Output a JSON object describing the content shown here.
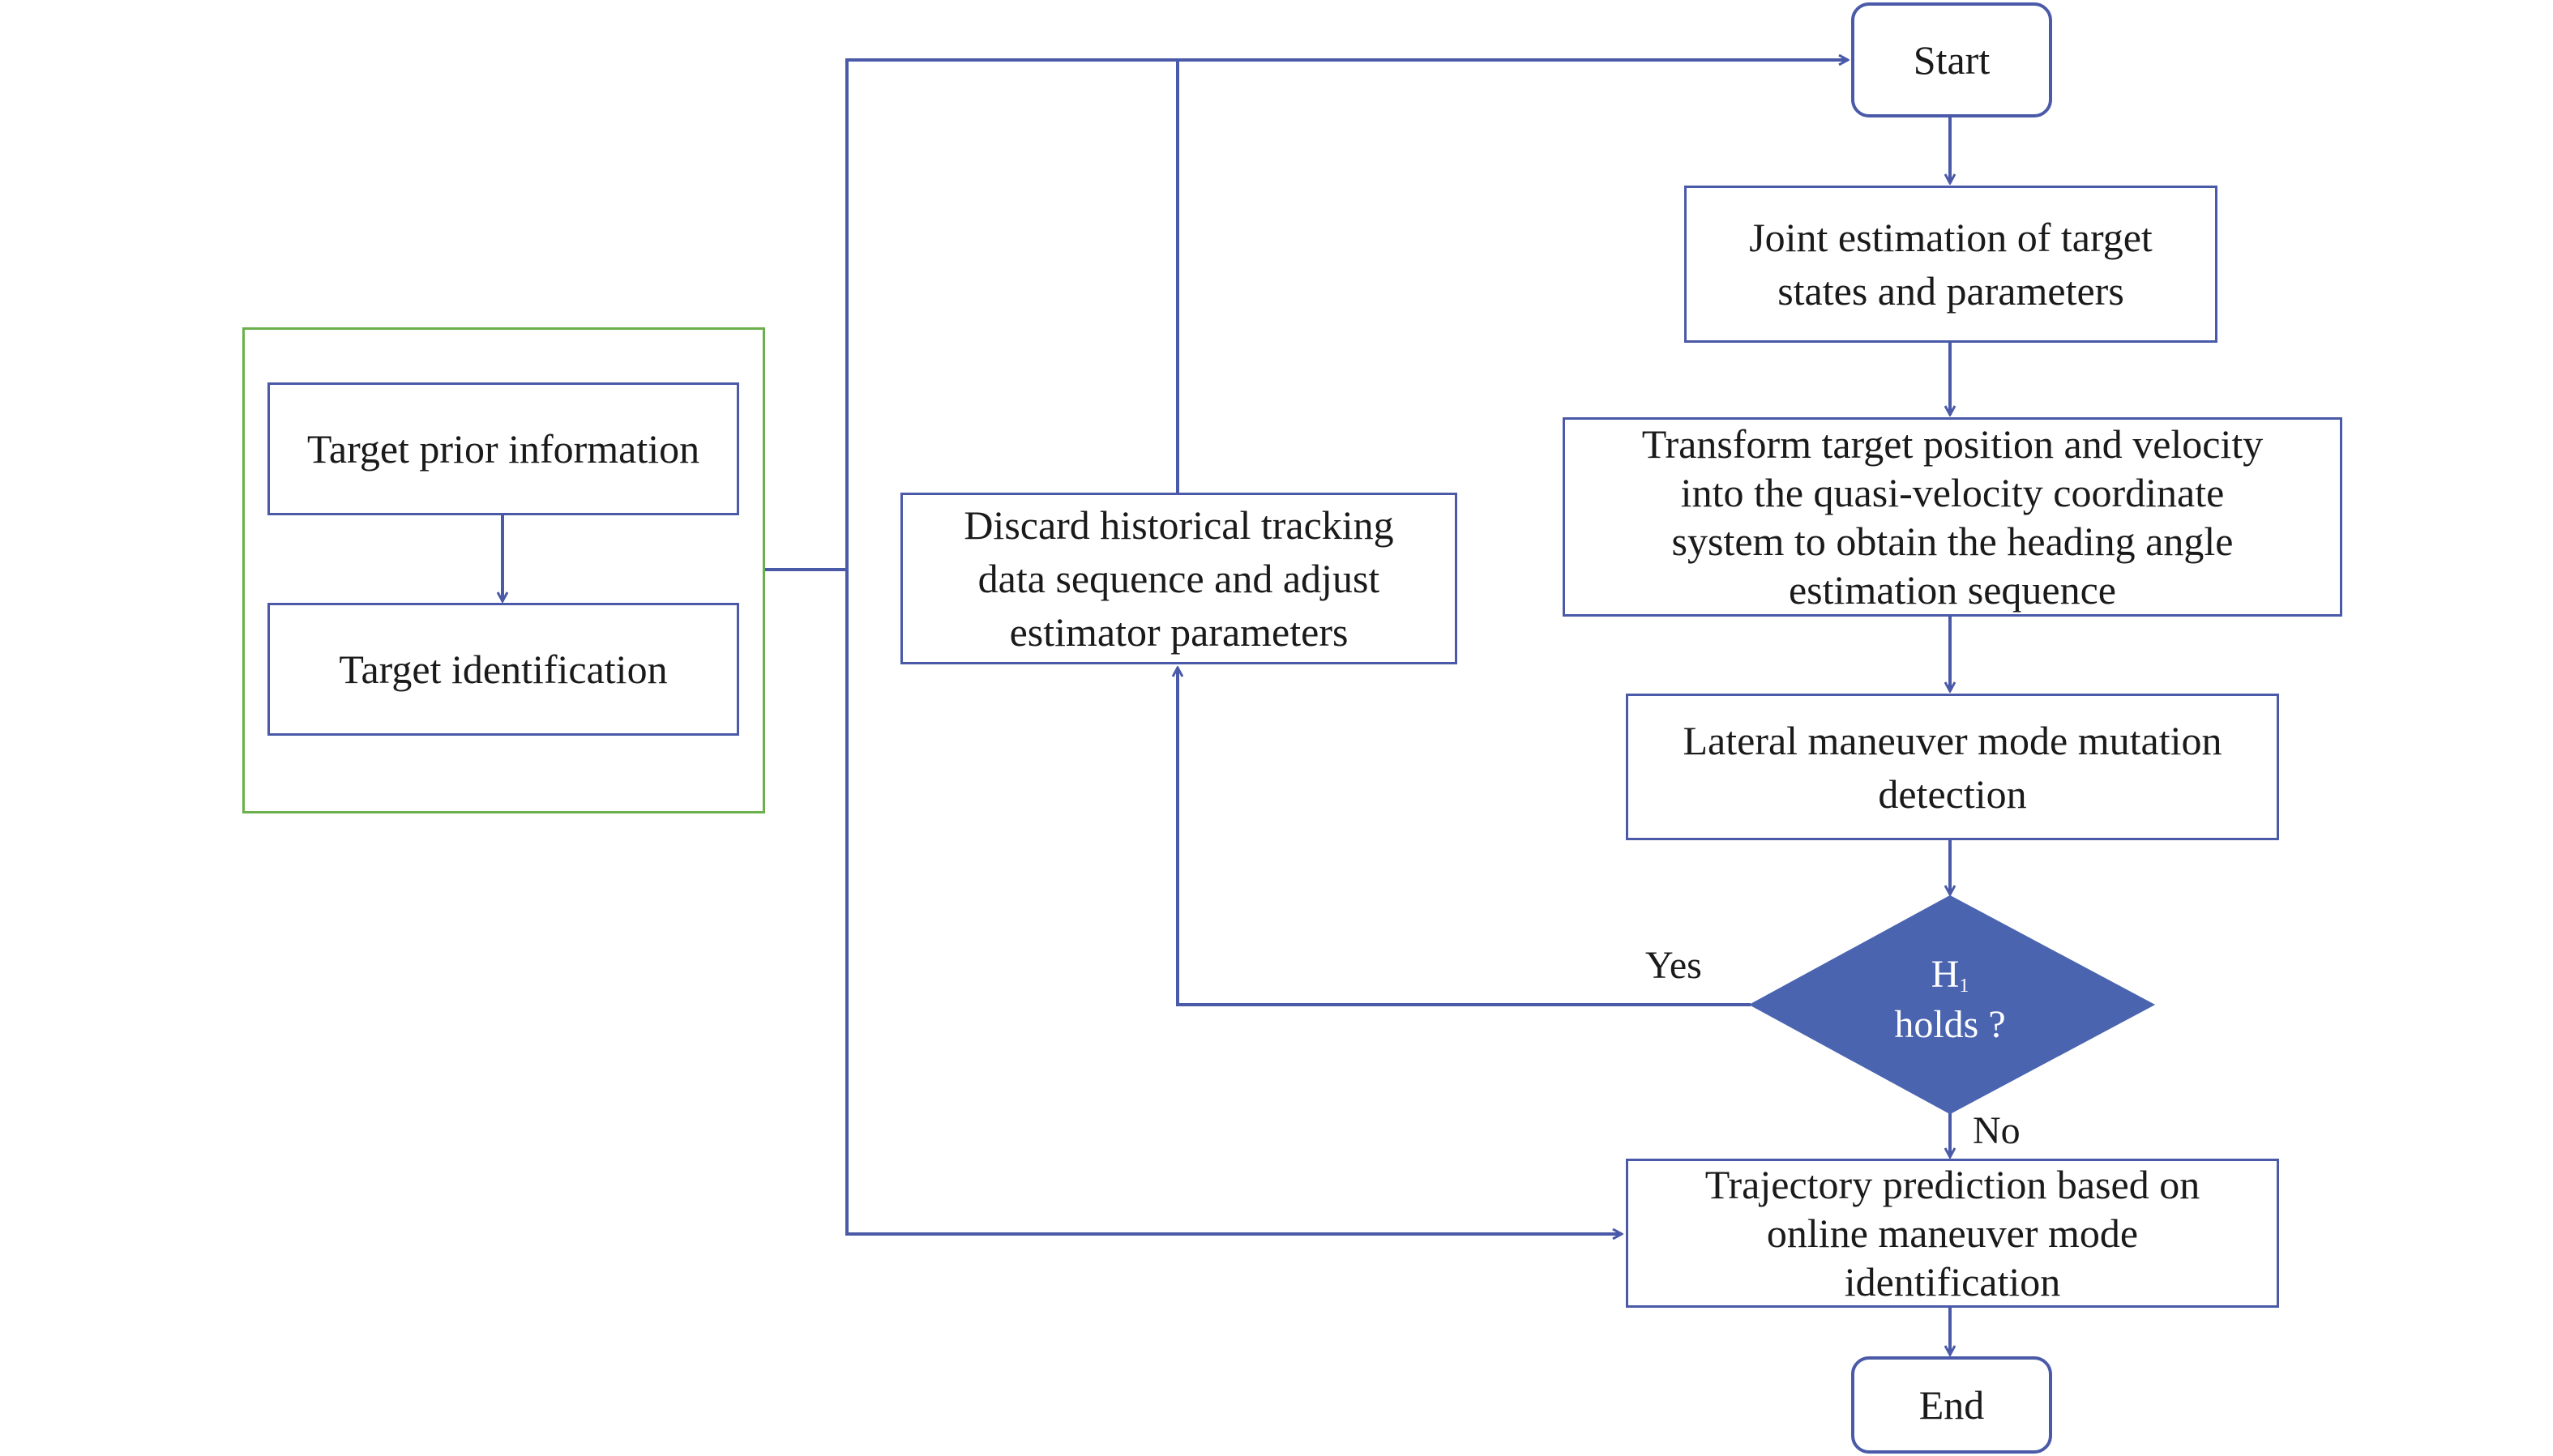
{
  "colors": {
    "connector": "#4a5aa8",
    "box_border": "#4a5aa8",
    "group_border": "#6ab04c",
    "decision_fill": "#4a64b0",
    "text": "#1a1a1a"
  },
  "nodes": {
    "start": "Start",
    "joint_estimation": "Joint estimation of target\nstates and parameters",
    "transform": "Transform target position and velocity\ninto the quasi-velocity coordinate\nsystem to obtain the heading angle\nestimation sequence",
    "lateral_detection": "Lateral maneuver mode mutation\ndetection",
    "decision": {
      "symbol": "H",
      "subscript": "1",
      "text": "holds ?"
    },
    "trajectory_prediction": "Trajectory prediction based on\nonline maneuver mode\nidentification",
    "end": "End",
    "discard": "Discard historical tracking\ndata sequence and adjust\nestimator parameters",
    "prior_info": "Target prior information",
    "identification": "Target identification"
  },
  "edge_labels": {
    "yes": "Yes",
    "no": "No"
  }
}
